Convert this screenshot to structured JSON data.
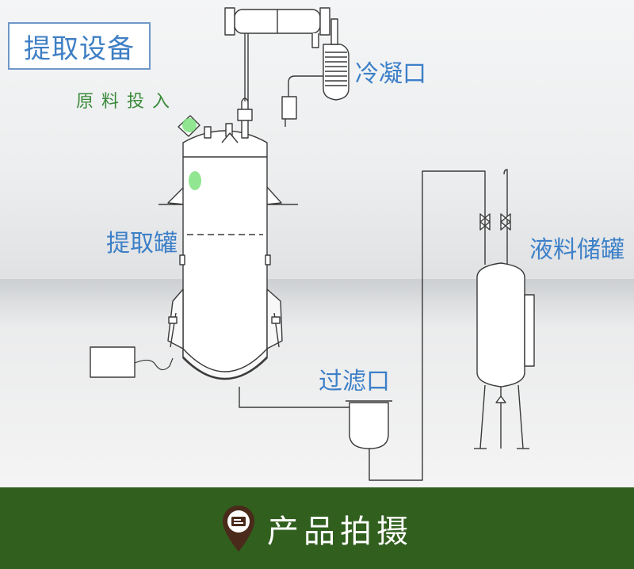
{
  "title": "提取设备",
  "labels": {
    "feed": "原料投入",
    "condenser": "冷凝口",
    "extraction_tank": "提取罐",
    "storage_tank": "液料储罐",
    "filter": "过滤口"
  },
  "footer": {
    "text": "产品拍摄",
    "icon": "location-pin-icon"
  },
  "colors": {
    "label_blue": "#3d80c8",
    "feed_green": "#3a8a3a",
    "footer_green": "#315f1e",
    "marker_green": "#7ee27e"
  }
}
